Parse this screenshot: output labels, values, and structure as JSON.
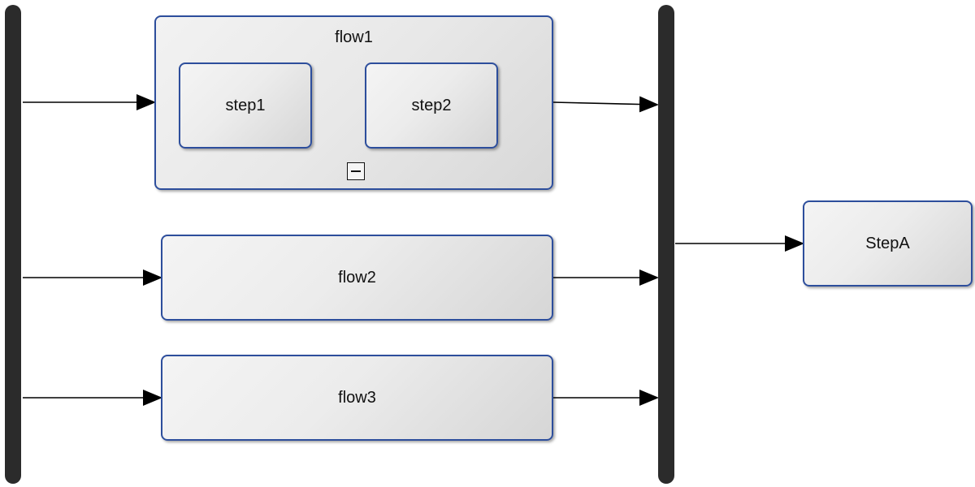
{
  "diagram": {
    "flow1": {
      "title": "flow1",
      "steps": [
        "step1",
        "step2"
      ]
    },
    "flow2": {
      "label": "flow2"
    },
    "flow3": {
      "label": "flow3"
    },
    "stepA": {
      "label": "StepA"
    }
  }
}
